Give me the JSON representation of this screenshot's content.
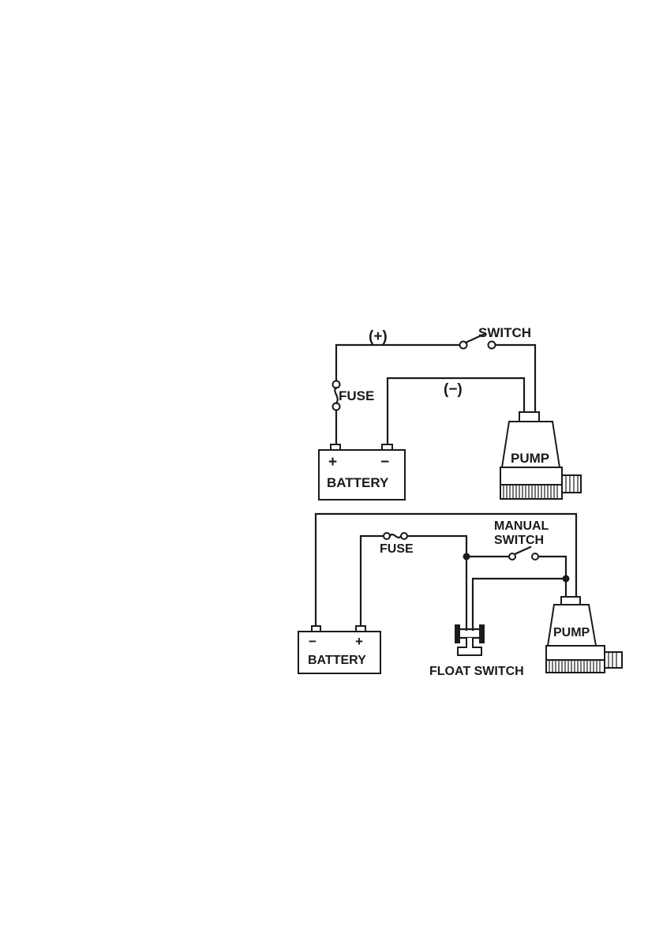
{
  "diagram1": {
    "positive_label": "(+)",
    "negative_label": "(−)",
    "switch_label": "SWITCH",
    "fuse_label": "FUSE",
    "battery_label": "BATTERY",
    "battery_plus": "+",
    "battery_minus": "−",
    "pump_label": "PUMP"
  },
  "diagram2": {
    "fuse_label": "FUSE",
    "manual_switch_line1": "MANUAL",
    "manual_switch_line2": "SWITCH",
    "battery_label": "BATTERY",
    "battery_minus": "−",
    "battery_plus": "+",
    "pump_label": "PUMP",
    "float_switch_label": "FLOAT SWITCH"
  }
}
